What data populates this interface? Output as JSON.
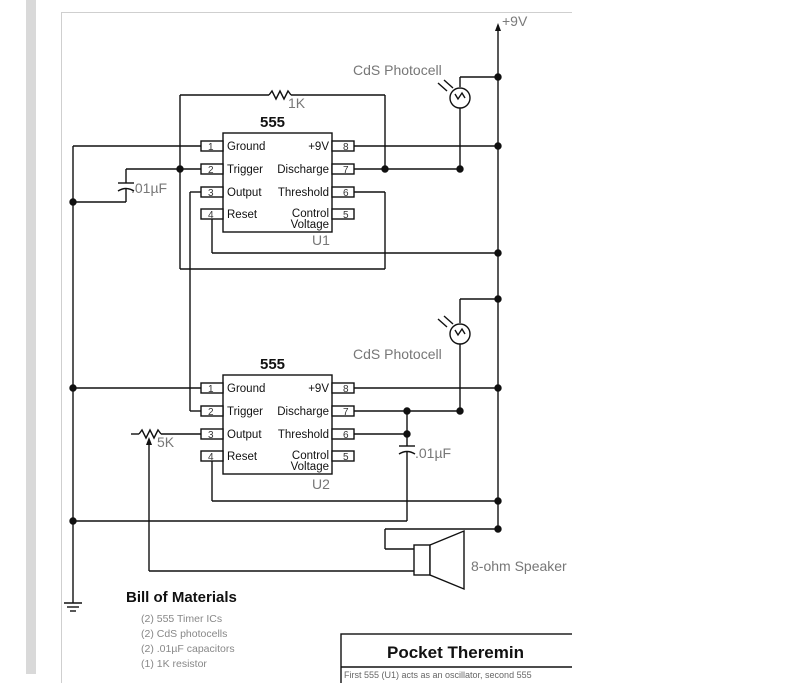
{
  "diagram": {
    "supply_label": "+9V",
    "photocell_label": "CdS Photocell",
    "resistor_1k_label": "1K",
    "resistor_5k_label": "5K",
    "capacitor_label": ".01µF",
    "speaker_label": "8-ohm Speaker",
    "u1": {
      "chip": "555",
      "designator": "U1",
      "pins": {
        "p1": {
          "num": "1",
          "label": "Ground"
        },
        "p2": {
          "num": "2",
          "label": "Trigger"
        },
        "p3": {
          "num": "3",
          "label": "Output"
        },
        "p4": {
          "num": "4",
          "label": "Reset"
        },
        "p8": {
          "num": "8",
          "label": "+9V"
        },
        "p7": {
          "num": "7",
          "label": "Discharge"
        },
        "p6": {
          "num": "6",
          "label": "Threshold"
        },
        "p5": {
          "num": "5",
          "label_1": "Control",
          "label_2": "Voltage"
        }
      }
    },
    "u2": {
      "chip": "555",
      "designator": "U2",
      "pins": {
        "p1": {
          "num": "1",
          "label": "Ground"
        },
        "p2": {
          "num": "2",
          "label": "Trigger"
        },
        "p3": {
          "num": "3",
          "label": "Output"
        },
        "p4": {
          "num": "4",
          "label": "Reset"
        },
        "p8": {
          "num": "8",
          "label": "+9V"
        },
        "p7": {
          "num": "7",
          "label": "Discharge"
        },
        "p6": {
          "num": "6",
          "label": "Threshold"
        },
        "p5": {
          "num": "5",
          "label_1": "Control",
          "label_2": "Voltage"
        }
      }
    },
    "bill_of_materials": {
      "title": "Bill of Materials",
      "items": [
        "(2) 555 Timer ICs",
        "(2) CdS photocells",
        "(2) .01µF capacitors",
        "(1) 1K resistor"
      ]
    },
    "title_block": {
      "title": "Pocket Theremin",
      "description": "First 555 (U1) acts as an oscillator, second 555"
    }
  }
}
